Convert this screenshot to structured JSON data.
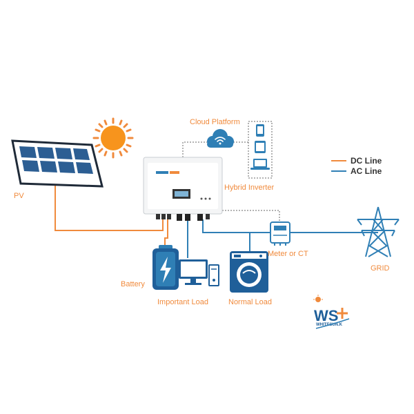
{
  "colors": {
    "dc_line": "#f08a3c",
    "ac_line": "#2f7fb5",
    "label": "#f08a3c",
    "panel_cell": "#2c5e93",
    "icon_blue": "#1f5f99"
  },
  "labels": {
    "pv": "PV",
    "cloud": "Cloud Platform",
    "inverter": "Hybrid Inverter",
    "battery": "Battery",
    "important_load": "Important Load",
    "normal_load": "Normal Load",
    "meter": "Meter or CT",
    "grid": "GRID"
  },
  "legend": {
    "dc": "DC Line",
    "ac": "AC Line"
  },
  "logo": {
    "text": "WS",
    "subtext": "WHITESUN.K"
  },
  "icons": [
    "solar-panel-icon",
    "sun-icon",
    "inverter-icon",
    "cloud-wifi-icon",
    "phone-icon",
    "tablet-icon",
    "laptop-icon",
    "battery-icon",
    "computer-icon",
    "washing-machine-icon",
    "meter-icon",
    "transmission-tower-icon"
  ]
}
